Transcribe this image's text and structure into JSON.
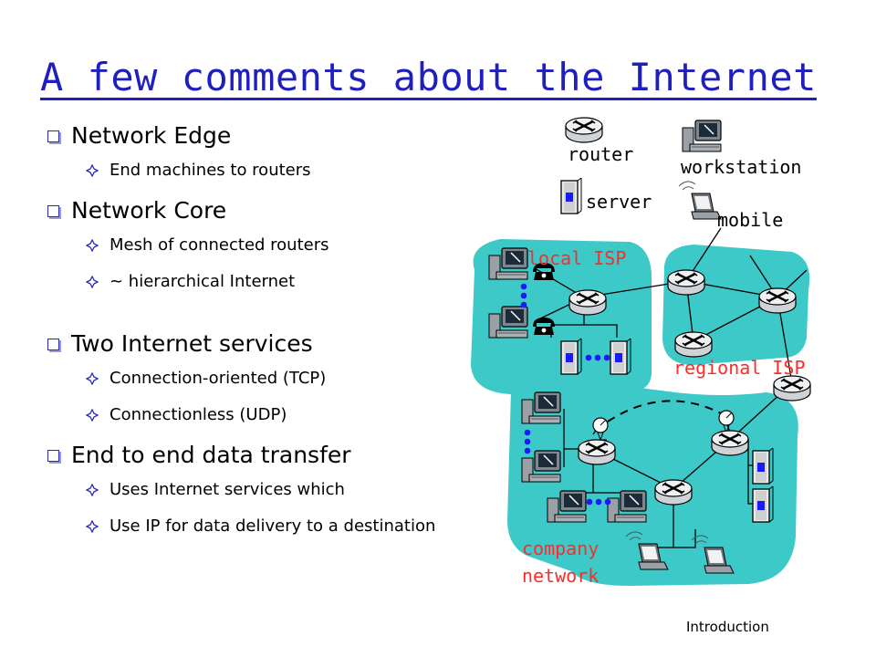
{
  "title": "A few comments about the Internet",
  "bullets": [
    {
      "text": "Network Edge",
      "sub": [
        "End machines to routers"
      ]
    },
    {
      "text": "Network Core",
      "sub": [
        "Mesh of connected routers",
        "~ hierarchical Internet"
      ]
    },
    {
      "text": "Two Internet services",
      "sub": [
        "Connection-oriented (TCP)",
        "Connectionless (UDP)"
      ]
    },
    {
      "text": "End to end data transfer",
      "sub": [
        "Uses Internet services which",
        "Use IP for data delivery to a destination"
      ]
    }
  ],
  "legend": {
    "router": "router",
    "workstation": "workstation",
    "server": "server",
    "mobile": "mobile"
  },
  "diagram": {
    "local_isp": "local ISP",
    "regional_isp": "regional ISP",
    "company_line1": "company",
    "company_line2": "network"
  },
  "colors": {
    "title": "#1f1fbf",
    "network_fill": "#3ec9c9",
    "region_label": "#ff2a2a",
    "server_accent": "#1a1aff"
  },
  "footer": "Introduction"
}
